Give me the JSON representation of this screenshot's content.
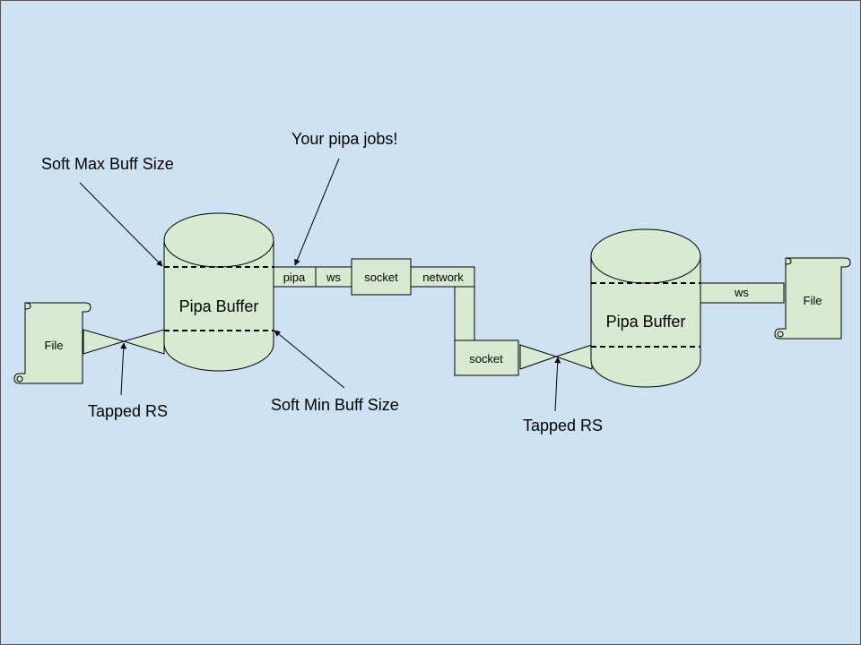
{
  "colors": {
    "background": "#cfe2f3",
    "shape_fill": "#d9ead3",
    "stroke": "#000000"
  },
  "labels": {
    "soft_max": "Soft Max Buff Size",
    "your_jobs": "Your pipa jobs!",
    "soft_min": "Soft Min Buff Size",
    "tapped_rs_left": "Tapped RS",
    "tapped_rs_right": "Tapped RS"
  },
  "left": {
    "file": "File",
    "buffer": "Pipa Buffer",
    "pipe_segments": [
      "pipa",
      "ws",
      "socket",
      "network"
    ]
  },
  "right": {
    "socket": "socket",
    "buffer": "Pipa Buffer",
    "pipe_segment": "ws",
    "file": "File"
  }
}
